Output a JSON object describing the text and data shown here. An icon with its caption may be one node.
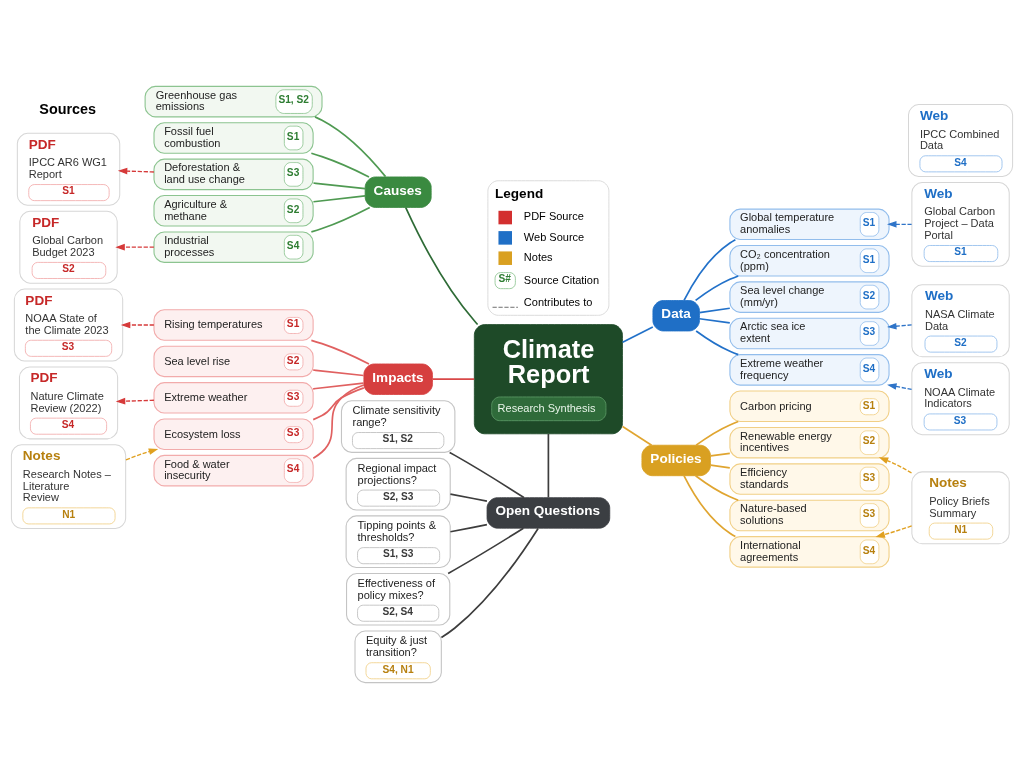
{
  "diagram": {
    "nodes": [
      {
        "text": [
          "Climate Report",
          "Research Synthesis"
        ]
      },
      {
        "text": [
          "Causes"
        ]
      },
      {
        "text": [
          "Greenhouse gas emissions",
          "S1, S2"
        ]
      },
      {
        "text": [
          "Fossil fuel combustion",
          "S1"
        ]
      },
      {
        "text": [
          "Deforestation & land use change",
          "S3"
        ]
      },
      {
        "text": [
          "Agriculture & methane",
          "S2"
        ]
      },
      {
        "text": [
          "Industrial processes",
          "S4"
        ]
      },
      {
        "text": [
          "Data"
        ]
      },
      {
        "text": [
          "Global temperature anomalies",
          "S1"
        ]
      },
      {
        "text": [
          "CO₂ concentration (ppm)",
          "S1"
        ]
      },
      {
        "text": [
          "Sea level change (mm/yr)",
          "S2"
        ]
      },
      {
        "text": [
          "Arctic sea ice extent",
          "S3"
        ]
      },
      {
        "text": [
          "Extreme weather frequency",
          "S4"
        ]
      },
      {
        "text": [
          "Impacts"
        ]
      },
      {
        "text": [
          "Rising temperatures",
          "S1"
        ]
      },
      {
        "text": [
          "Sea level rise",
          "S2"
        ]
      },
      {
        "text": [
          "Extreme weather",
          "S3"
        ]
      },
      {
        "text": [
          "Ecosystem loss",
          "S3"
        ]
      },
      {
        "text": [
          "Food & water insecurity",
          "S4"
        ]
      },
      {
        "text": [
          "Policies"
        ]
      },
      {
        "text": [
          "Carbon pricing",
          "S1"
        ]
      },
      {
        "text": [
          "Renewable energy incentives",
          "S2"
        ]
      },
      {
        "text": [
          "Efficiency standards",
          "S3"
        ]
      },
      {
        "text": [
          "Nature-based solutions",
          "S3"
        ]
      },
      {
        "text": [
          "International agreements",
          "S4"
        ]
      },
      {
        "text": [
          "Open Questions"
        ]
      },
      {
        "text": [
          "Climate sensitivity range?",
          "S1, S2"
        ]
      },
      {
        "text": [
          "Regional impact projections?",
          "S2, S3"
        ]
      },
      {
        "text": [
          "Tipping points & thresholds?",
          "S1, S3"
        ]
      },
      {
        "text": [
          "Effectiveness of policy mixes?",
          "S2, S4"
        ]
      },
      {
        "text": [
          "Equity & just transition?",
          "S4, N1"
        ]
      },
      {
        "text": [
          "PDF",
          "IPCC AR6 WG1 Report",
          "S1"
        ]
      },
      {
        "text": [
          "PDF",
          "Global Carbon Budget 2023",
          "S2"
        ]
      },
      {
        "text": [
          "PDF",
          "NOAA State of the Climate 2023",
          "S3"
        ]
      },
      {
        "text": [
          "PDF",
          "Nature Climate Review (2022)",
          "S4"
        ]
      },
      {
        "text": [
          "Notes",
          "Research Notes – Literature Review",
          "N1"
        ]
      },
      {
        "text": [
          "Web",
          "Global Carbon Project – Data Portal",
          "S1"
        ]
      },
      {
        "text": [
          "Web",
          "NASA Climate Data",
          "S2"
        ]
      },
      {
        "text": [
          "Web",
          "NOAA Climate Indicators",
          "S3"
        ]
      },
      {
        "text": [
          "Web",
          "IPCC Combined Data",
          "S4"
        ]
      },
      {
        "text": [
          "Notes",
          "Policy Briefs Summary",
          "N1"
        ]
      }
    ],
    "edges": [
      {
        "from": 0,
        "to": 1,
        "arrow": "none",
        "color": "#2e6b36"
      },
      {
        "from": 1,
        "to": 2,
        "arrow": "none",
        "color": "#4f9a52"
      },
      {
        "from": 1,
        "to": 3,
        "arrow": "none",
        "color": "#4f9a52"
      },
      {
        "from": 1,
        "to": 4,
        "arrow": "none",
        "color": "#4f9a52"
      },
      {
        "from": 1,
        "to": 5,
        "arrow": "none",
        "color": "#4f9a52"
      },
      {
        "from": 1,
        "to": 6,
        "arrow": "none",
        "color": "#4f9a52"
      },
      {
        "from": 7,
        "to": 0,
        "arrow": "none",
        "color": "#2271c9"
      },
      {
        "from": 8,
        "to": 7,
        "arrow": "none",
        "color": "#2271c9"
      },
      {
        "from": 9,
        "to": 7,
        "arrow": "none",
        "color": "#2271c9"
      },
      {
        "from": 10,
        "to": 7,
        "arrow": "none",
        "color": "#2271c9"
      },
      {
        "from": 11,
        "to": 7,
        "arrow": "none",
        "color": "#2271c9"
      },
      {
        "from": 12,
        "to": 7,
        "arrow": "none",
        "color": "#2271c9"
      },
      {
        "from": 0,
        "to": 13,
        "arrow": "none",
        "color": "#d94848"
      },
      {
        "from": 13,
        "to": 14,
        "arrow": "none",
        "color": "#e06060"
      },
      {
        "from": 13,
        "to": 15,
        "arrow": "none",
        "color": "#e06060"
      },
      {
        "from": 13,
        "to": 16,
        "arrow": "none",
        "color": "#e06060"
      },
      {
        "from": 13,
        "to": 17,
        "arrow": "none",
        "color": "#e06060"
      },
      {
        "from": 13,
        "to": 18,
        "arrow": "none",
        "color": "#e06060"
      },
      {
        "from": 19,
        "to": 0,
        "arrow": "none",
        "color": "#e0a530"
      },
      {
        "from": 20,
        "to": 19,
        "arrow": "none",
        "color": "#e0a530"
      },
      {
        "from": 21,
        "to": 19,
        "arrow": "none",
        "color": "#e0a530"
      },
      {
        "from": 22,
        "to": 19,
        "arrow": "none",
        "color": "#e0a530"
      },
      {
        "from": 23,
        "to": 19,
        "arrow": "none",
        "color": "#e0a530"
      },
      {
        "from": 24,
        "to": 19,
        "arrow": "none",
        "color": "#e0a530"
      },
      {
        "from": 0,
        "to": 25,
        "arrow": "none",
        "color": "#3d3d3d"
      },
      {
        "from": 25,
        "to": 26,
        "arrow": "none",
        "color": "#3d3d3d"
      },
      {
        "from": 25,
        "to": 27,
        "arrow": "none",
        "color": "#3d3d3d"
      },
      {
        "from": 25,
        "to": 28,
        "arrow": "none",
        "color": "#3d3d3d"
      },
      {
        "from": 25,
        "to": 29,
        "arrow": "none",
        "color": "#3d3d3d"
      },
      {
        "from": 25,
        "to": 30,
        "arrow": "none",
        "color": "#3d3d3d"
      },
      {
        "from": 4,
        "to": 31,
        "arrow": "to",
        "style": "dashed",
        "color": "#d63a3a"
      },
      {
        "from": 6,
        "to": 32,
        "arrow": "to",
        "style": "dashed",
        "color": "#d63a3a"
      },
      {
        "from": 14,
        "to": 33,
        "arrow": "to",
        "style": "dashed",
        "color": "#d63a3a"
      },
      {
        "from": 16,
        "to": 34,
        "arrow": "to",
        "style": "dashed",
        "color": "#d63a3a"
      },
      {
        "from": 35,
        "to": 17,
        "arrow": "to",
        "style": "dashed",
        "color": "#e0a020"
      },
      {
        "from": 36,
        "to": 8,
        "arrow": "to",
        "style": "dashed",
        "color": "#2f74c8"
      },
      {
        "from": 37,
        "to": 11,
        "arrow": "to",
        "style": "dashed",
        "color": "#2f74c8"
      },
      {
        "from": 38,
        "to": 12,
        "arrow": "to",
        "style": "dashed",
        "color": "#2f74c8"
      },
      {
        "from": 40,
        "to": 21,
        "arrow": "to",
        "style": "dashed",
        "color": "#e0a020"
      },
      {
        "from": 40,
        "to": 24,
        "arrow": "to",
        "style": "dashed",
        "color": "#e0a020"
      }
    ],
    "labels": [
      "Sources",
      "Legend",
      "S#"
    ],
    "legend": [
      {
        "text": "PDF Source"
      },
      {
        "text": "Web Source"
      },
      {
        "text": "Notes"
      },
      {
        "text": "Source Citation"
      },
      {
        "text": "Contributes to"
      }
    ]
  }
}
